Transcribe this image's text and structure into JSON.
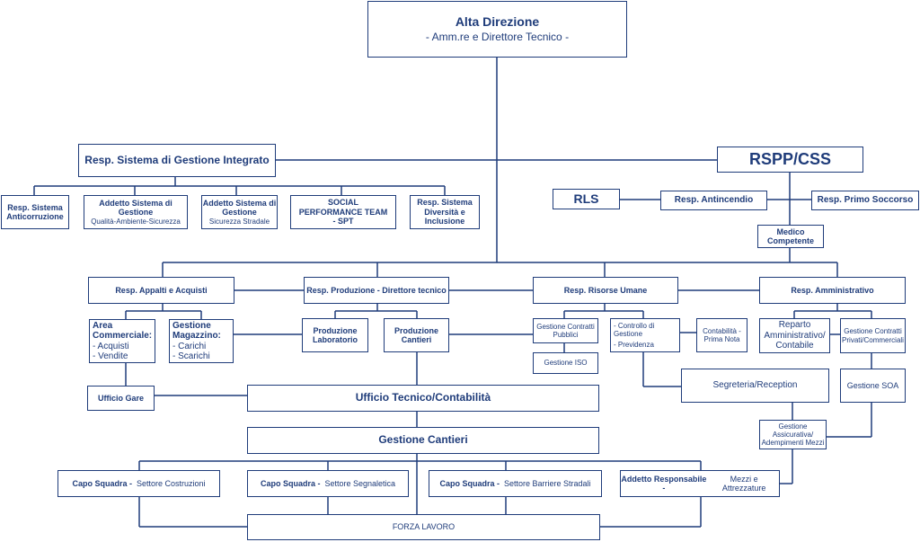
{
  "top": {
    "title": "Alta Direzione",
    "subtitle": "- Amm.re e Direttore Tecnico -"
  },
  "sgi": {
    "title": "Resp. Sistema di Gestione Integrato"
  },
  "sgi_children": {
    "anticorr": "Resp. Sistema Anticorruzione",
    "add_qas_title": "Addetto Sistema di Gestione",
    "add_qas_sub": "Qualità-Ambiente-Sicurezza",
    "add_ss_title": "Addetto Sistema di Gestione",
    "add_ss_sub": "Sicurezza Stradale",
    "spt": "SOCIAL PERFORMANCE TEAM - SPT",
    "diversita": "Resp. Sistema Diversità e Inclusione"
  },
  "rspp": {
    "title": "RSPP/CSS"
  },
  "rls": {
    "title": "RLS"
  },
  "antincendio": {
    "title": "Resp. Antincendio"
  },
  "primo_soccorso": {
    "title": "Resp. Primo Soccorso"
  },
  "medico": {
    "title": "Medico Competente"
  },
  "appalti": {
    "title": "Resp. Appalti e Acquisti",
    "area_title": "Area Commerciale:",
    "area_items": [
      "- Acquisti",
      "- Vendite"
    ],
    "magazzino_title": "Gestione Magazzino:",
    "magazzino_items": [
      "- Carichi",
      "- Scarichi"
    ],
    "gare": "Ufficio Gare"
  },
  "produzione": {
    "title": "Resp. Produzione - Direttore tecnico",
    "laboratorio": "Produzione Laboratorio",
    "cantieri": "Produzione Cantieri"
  },
  "risorse": {
    "title": "Resp. Risorse Umane",
    "contratti_pubblici": "Gestione Contratti Pubblici",
    "iso": "Gestione ISO",
    "controllo": "- Controllo di Gestione",
    "previdenza": "- Previdenza",
    "contabilita": "Contabilità - Prima Nota",
    "segreteria": "Segreteria/Reception"
  },
  "amministrativo": {
    "title": "Resp. Amministrativo",
    "reparto": "Reparto Amministrativo/ Contabile",
    "contratti_privati": "Gestione Contratti Privati/Commerciali",
    "soa": "Gestione SOA",
    "assicurativa": "Gestione Assicurativa/ Adempimenti Mezzi"
  },
  "ufficio_tecnico": "Ufficio Tecnico/Contabilità",
  "gestione_cantieri": "Gestione Cantieri",
  "squadre": [
    {
      "role": "Capo Squadra -",
      "sector": "Settore Costruzioni"
    },
    {
      "role": "Capo Squadra -",
      "sector": "Settore Segnaletica"
    },
    {
      "role": "Capo Squadra -",
      "sector": "Settore Barriere Stradali"
    },
    {
      "role": "Addetto Responsabile -",
      "sector": "Mezzi e Attrezzature"
    }
  ],
  "forza_lavoro": "FORZA LAVORO"
}
